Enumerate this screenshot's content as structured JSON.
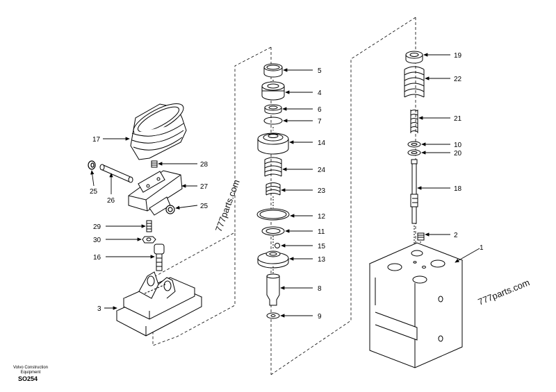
{
  "labels": {
    "p1": "1",
    "p2": "2",
    "p3": "3",
    "p4": "4",
    "p5": "5",
    "p6": "6",
    "p7": "7",
    "p8": "8",
    "p9": "9",
    "p10": "10",
    "p11": "11",
    "p12": "12",
    "p13": "13",
    "p14": "14",
    "p15": "15",
    "p16": "16",
    "p17": "17",
    "p18": "18",
    "p19": "19",
    "p20": "20",
    "p21": "21",
    "p22": "22",
    "p23": "23",
    "p24": "24",
    "p25a": "25",
    "p25b": "25",
    "p26": "26",
    "p27": "27",
    "p28": "28",
    "p29": "29",
    "p30": "30"
  },
  "watermark": {
    "left": "777parts.com",
    "right": "777parts.com"
  },
  "footer": {
    "brand_line1": "Volvo Construction",
    "brand_line2": "Equipment",
    "code": "SO254"
  }
}
